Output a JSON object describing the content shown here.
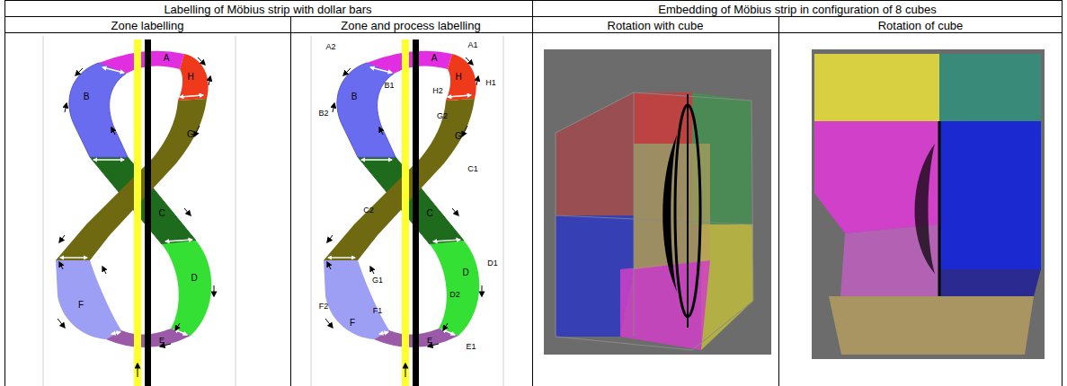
{
  "diagram": {
    "labels": [
      "Labelling of Möbius strip with dollar bars",
      "Embedding of Möbius strip in configuration of 8 cubes",
      "Zone labelling",
      "Zone and process labelling",
      "Rotation with cube",
      "Rotation of cube",
      "A",
      "H",
      "B",
      "G",
      "C",
      "D",
      "F",
      "E",
      "A2",
      "A1",
      "A",
      "H",
      "H1",
      "B1",
      "H2",
      "B",
      "B2",
      "G2",
      "G",
      "C1",
      "C2",
      "C",
      "D1",
      "G1",
      "D",
      "D2",
      "F2",
      "F1",
      "F",
      "E",
      "E1"
    ]
  }
}
